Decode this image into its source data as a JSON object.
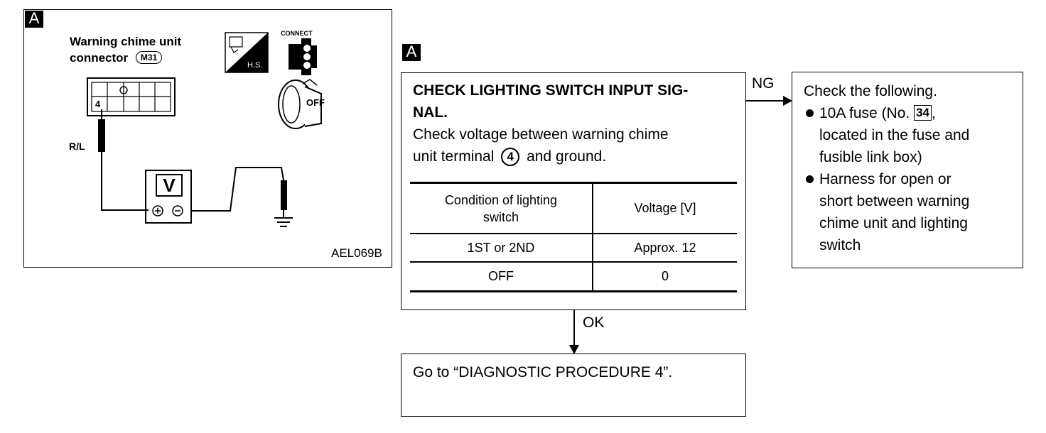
{
  "diagram_panel": {
    "tag": "A",
    "title_line1": "Warning chime unit",
    "title_line2": "connector",
    "connector_id": "M31",
    "terminal_number": "4",
    "wire_color": "R/L",
    "meter_label": "V",
    "hs_label": "H.S.",
    "connect_label": "CONNECT",
    "ignition_label": "OFF",
    "figure_code": "AEL069B"
  },
  "flow": {
    "tag": "A",
    "step_box": {
      "heading_line1": "CHECK LIGHTING SWITCH INPUT SIG-",
      "heading_line2": "NAL.",
      "instruction_line1": "Check voltage between warning chime",
      "instruction_line2_pre": "unit terminal",
      "instruction_terminal": "4",
      "instruction_line2_post": "and ground.",
      "table": {
        "header_condition_line1": "Condition of lighting",
        "header_condition_line2": "switch",
        "header_voltage": "Voltage [V]",
        "rows": [
          {
            "condition": "1ST or 2ND",
            "voltage": "Approx. 12"
          },
          {
            "condition": "OFF",
            "voltage": "0"
          }
        ]
      }
    },
    "ng_label": "NG",
    "ok_label": "OK",
    "ng_box": {
      "intro": "Check the following.",
      "item1_pre": "10A fuse (No.",
      "item1_fuse": "34",
      "item1_post": ",",
      "item1_line2": "located in the fuse and",
      "item1_line3": "fusible link box)",
      "item2_line1": "Harness for open or",
      "item2_line2": "short between warning",
      "item2_line3": "chime unit and lighting",
      "item2_line4": "switch"
    },
    "ok_box": {
      "text": "Go to “DIAGNOSTIC PROCEDURE 4”."
    }
  }
}
